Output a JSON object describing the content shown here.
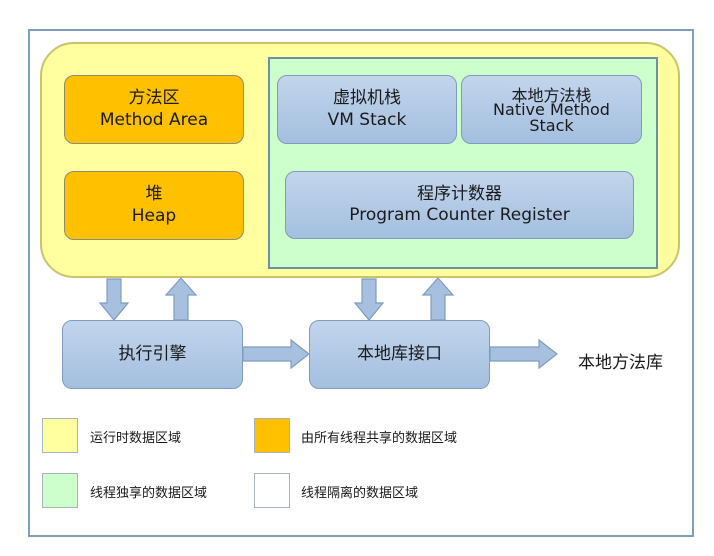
{
  "runtime": {
    "method_area": {
      "zh": "方法区",
      "en": "Method Area"
    },
    "heap": {
      "zh": "堆",
      "en": "Heap"
    },
    "vm_stack": {
      "zh": "虚拟机栈",
      "en": "VM Stack"
    },
    "native_method_stack": {
      "zh": "本地方法栈",
      "en_line1": "Native Method",
      "en_line2": "Stack"
    },
    "program_counter": {
      "zh": "程序计数器",
      "en": "Program Counter Register"
    }
  },
  "flow": {
    "execution_engine": "执行引擎",
    "native_interface": "本地库接口",
    "native_library": "本地方法库"
  },
  "legend": [
    {
      "label": "运行时数据区域",
      "color": "#ffff9f"
    },
    {
      "label": "由所有线程共享的数据区域",
      "color": "#ffc000"
    },
    {
      "label": "线程独享的数据区域",
      "color": "#ccffcc"
    },
    {
      "label": "线程隔离的数据区域",
      "color": "#ffffff"
    }
  ],
  "colors": {
    "arrow_fill": "#a7c0e0",
    "arrow_stroke": "#7e9cc0"
  }
}
